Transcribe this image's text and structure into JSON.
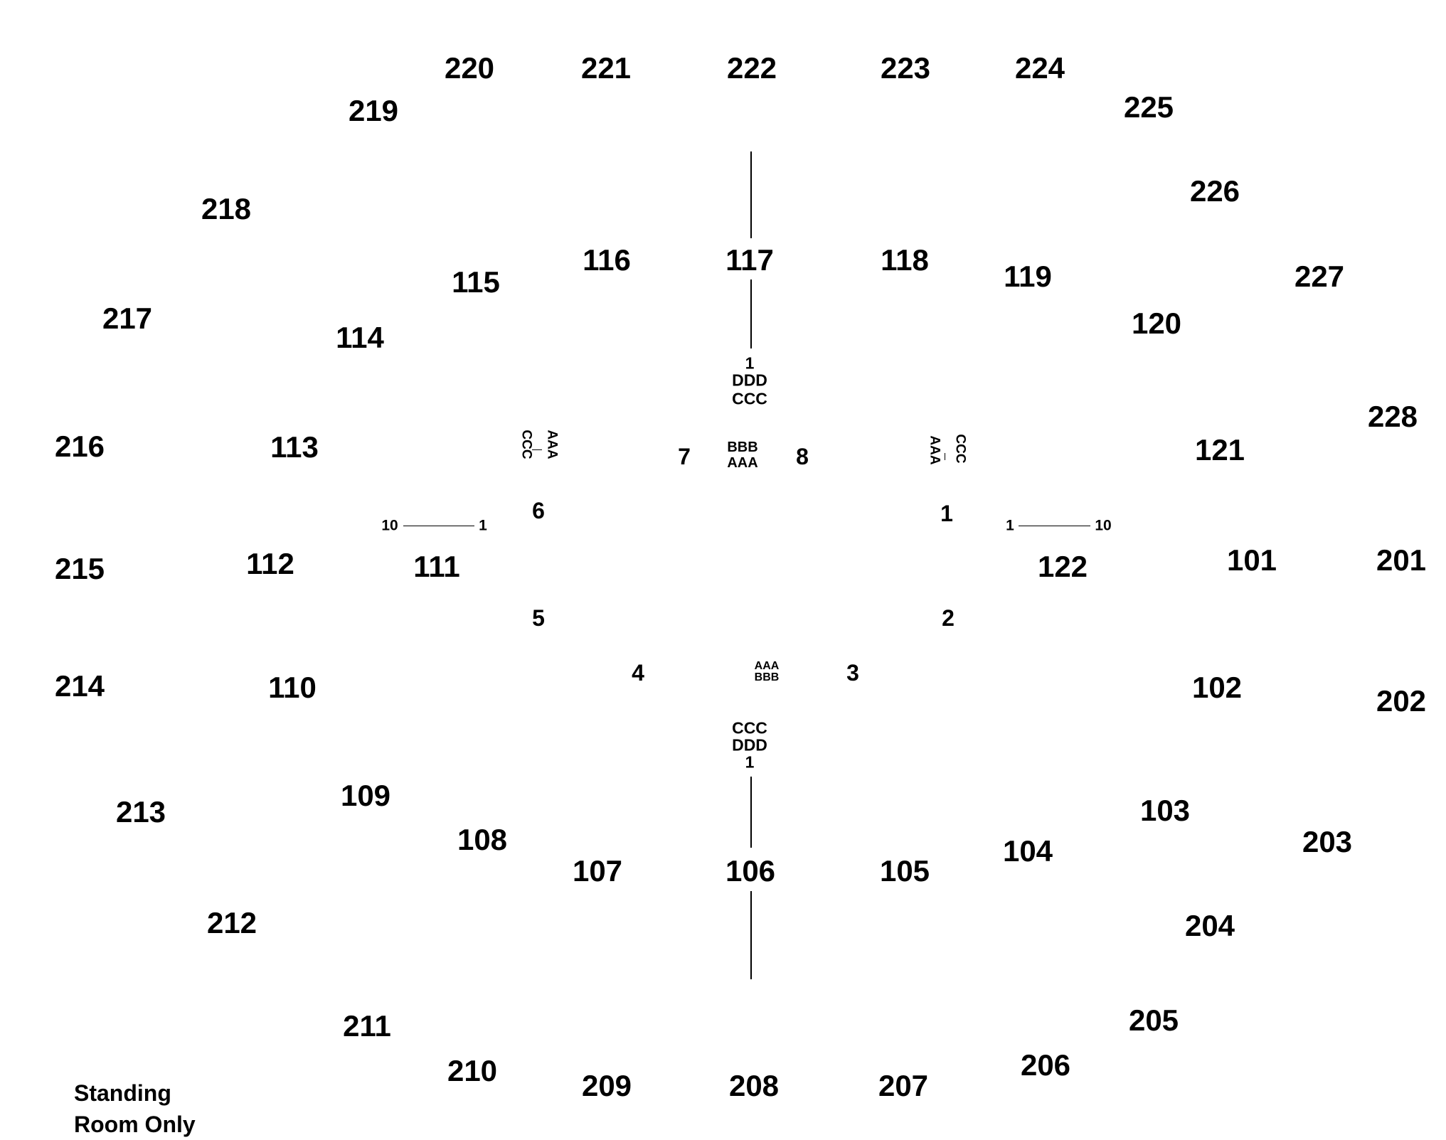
{
  "sections": {
    "s101": "101",
    "s102": "102",
    "s103": "103",
    "s104": "104",
    "s105": "105",
    "s106": "106",
    "s107": "107",
    "s108": "108",
    "s109": "109",
    "s110": "110",
    "s111": "111",
    "s112": "112",
    "s113": "113",
    "s114": "114",
    "s115": "115",
    "s116": "116",
    "s117": "117",
    "s118": "118",
    "s119": "119",
    "s120": "120",
    "s121": "121",
    "s122": "122",
    "s201": "201",
    "s202": "202",
    "s203": "203",
    "s204": "204",
    "s205": "205",
    "s206": "206",
    "s207": "207",
    "s208": "208",
    "s209": "209",
    "s210": "210",
    "s211": "211",
    "s212": "212",
    "s213": "213",
    "s214": "214",
    "s215": "215",
    "s216": "216",
    "s217": "217",
    "s218": "218",
    "s219": "219",
    "s220": "220",
    "s221": "221",
    "s222": "222",
    "s223": "223",
    "s224": "224",
    "s225": "225",
    "s226": "226",
    "s227": "227",
    "s228": "228"
  },
  "aisles": {
    "a1": "1",
    "a2": "2",
    "a3": "3",
    "a4": "4",
    "a5": "5",
    "a6": "6",
    "a7": "7",
    "a8": "8"
  },
  "rows": {
    "top_num": "1",
    "top_ddd": "DDD",
    "top_ccc": "CCC",
    "bottom_ccc": "CCC",
    "bottom_ddd": "DDD",
    "bottom_num": "1",
    "center_bbb": "BBB",
    "center_aaa": "AAA",
    "lower_aaa": "AAA",
    "lower_bbb": "BBB",
    "left_ccc": "CCC",
    "left_aaa": "AAA",
    "right_aaa": "AAA",
    "right_ccc": "CCC",
    "left_seat_10": "10",
    "left_seat_1": "1",
    "right_seat_1": "1",
    "right_seat_10": "10"
  },
  "standing": {
    "line1": "Standing",
    "line2": "Room Only"
  }
}
